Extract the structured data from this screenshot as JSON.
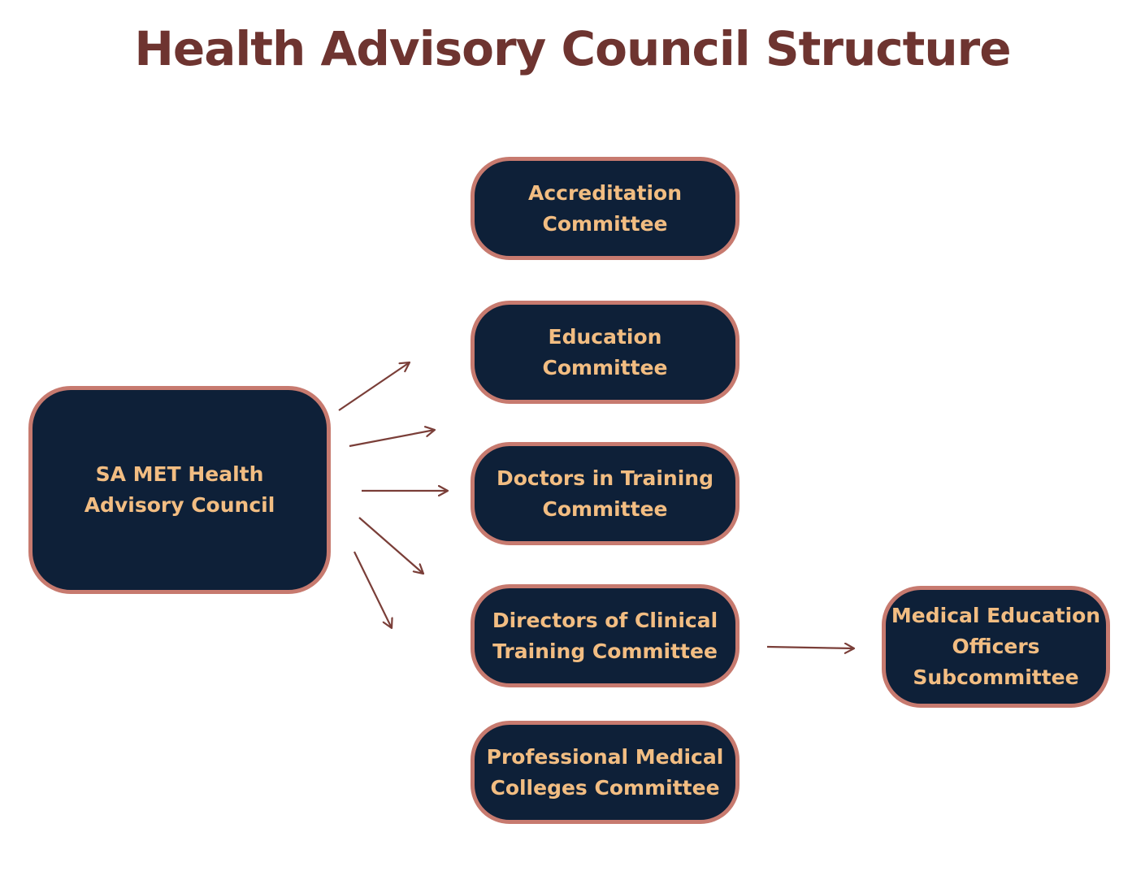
{
  "title": "Health Advisory Council Structure",
  "colors": {
    "title": "#6e3430",
    "node_fill": "#0e2038",
    "node_border": "#c77a6f",
    "node_text": "#f2bd82",
    "arrow": "#7a3e38"
  },
  "nodes": {
    "council": "SA MET Health Advisory Council",
    "accreditation": "Accreditation Committee",
    "education": "Education Committee",
    "doctors_training": "Doctors in Training Committee",
    "directors_clinical": "Directors of Clinical Training Committee",
    "professional_colleges": "Professional Medical Colleges Committee",
    "meo_subcommittee": "Medical Education Officers Subcommittee"
  }
}
